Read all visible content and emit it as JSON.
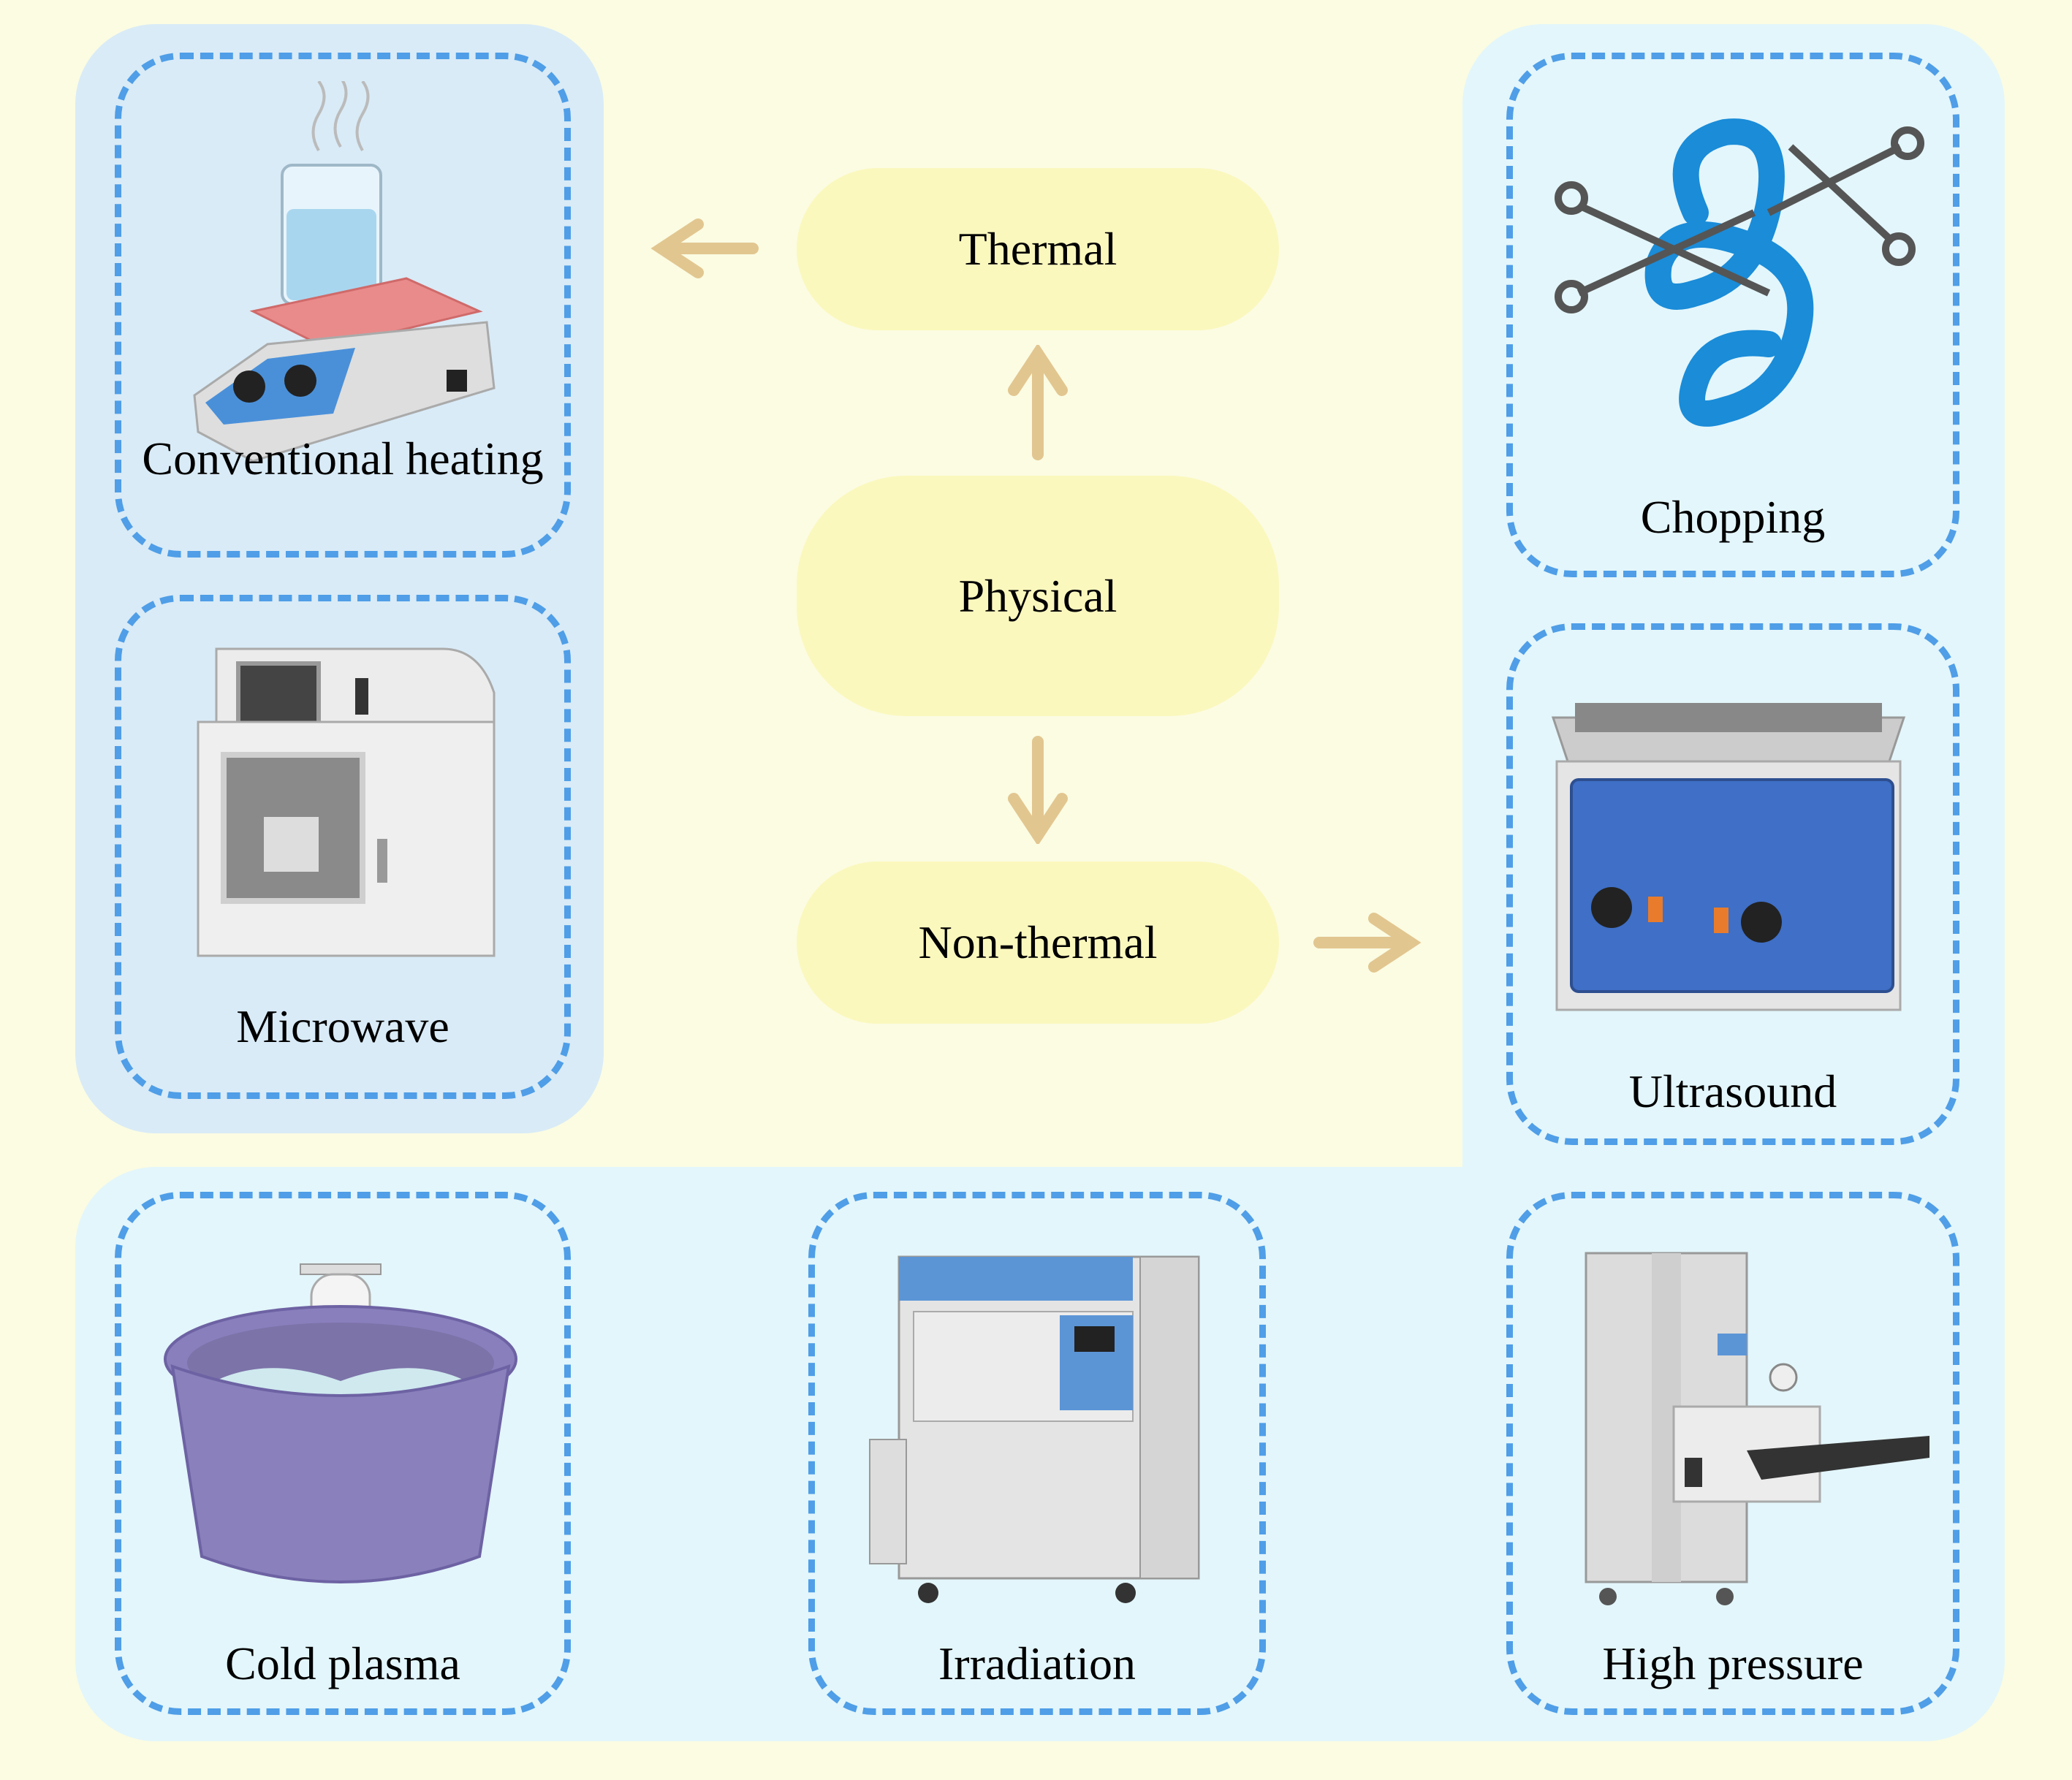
{
  "center": {
    "thermal": "Thermal",
    "physical": "Physical",
    "non_thermal": "Non-thermal"
  },
  "thermal_methods": [
    {
      "label": "Conventional heating",
      "icon": "hotplate-beaker-icon"
    },
    {
      "label": "Microwave",
      "icon": "microwave-reactor-icon"
    }
  ],
  "non_thermal_methods": [
    {
      "label": "Chopping",
      "icon": "scissors-fiber-icon"
    },
    {
      "label": "Ultrasound",
      "icon": "ultrasonic-bath-icon"
    },
    {
      "label": "Cold plasma",
      "icon": "ice-bucket-tube-icon"
    },
    {
      "label": "Irradiation",
      "icon": "irradiation-cabinet-icon"
    },
    {
      "label": "High pressure",
      "icon": "high-pressure-machine-icon"
    }
  ],
  "colors": {
    "background": "#fbfce2",
    "thermal_panel": "#d9ebf7",
    "non_thermal_panel": "#e3f6fb",
    "pill": "#fbf8be",
    "arrow": "#e2c690",
    "dash": "#4f9ee7"
  }
}
